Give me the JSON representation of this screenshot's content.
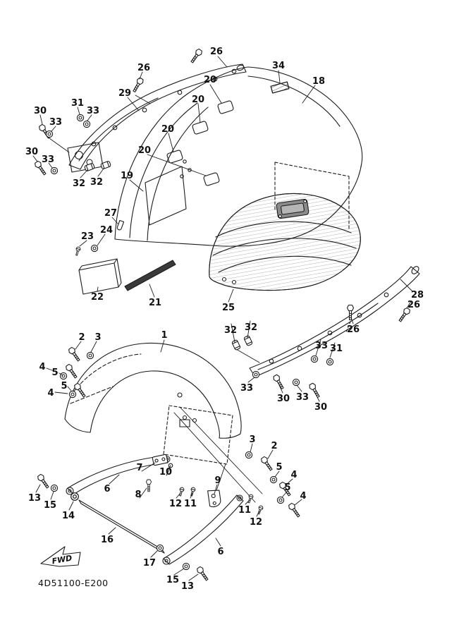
{
  "diagram": {
    "part_code": "4D51100-E200",
    "fwd_label": "FWD",
    "callouts": [
      {
        "label": "26"
      },
      {
        "label": "26"
      },
      {
        "label": "29"
      },
      {
        "label": "34"
      },
      {
        "label": "18"
      },
      {
        "label": "30"
      },
      {
        "label": "31"
      },
      {
        "label": "33"
      },
      {
        "label": "33"
      },
      {
        "label": "20"
      },
      {
        "label": "20"
      },
      {
        "label": "20"
      },
      {
        "label": "20"
      },
      {
        "label": "30"
      },
      {
        "label": "33"
      },
      {
        "label": "32"
      },
      {
        "label": "32"
      },
      {
        "label": "19"
      },
      {
        "label": "27"
      },
      {
        "label": "23"
      },
      {
        "label": "24"
      },
      {
        "label": "22"
      },
      {
        "label": "21"
      },
      {
        "label": "25"
      },
      {
        "label": "28"
      },
      {
        "label": "26"
      },
      {
        "label": "26"
      },
      {
        "label": "32"
      },
      {
        "label": "32"
      },
      {
        "label": "33"
      },
      {
        "label": "31"
      },
      {
        "label": "33"
      },
      {
        "label": "30"
      },
      {
        "label": "33"
      },
      {
        "label": "30"
      },
      {
        "label": "1"
      },
      {
        "label": "2"
      },
      {
        "label": "3"
      },
      {
        "label": "4"
      },
      {
        "label": "5"
      },
      {
        "label": "4"
      },
      {
        "label": "5"
      },
      {
        "label": "3"
      },
      {
        "label": "2"
      },
      {
        "label": "5"
      },
      {
        "label": "4"
      },
      {
        "label": "5"
      },
      {
        "label": "4"
      },
      {
        "label": "7"
      },
      {
        "label": "10"
      },
      {
        "label": "8"
      },
      {
        "label": "12"
      },
      {
        "label": "11"
      },
      {
        "label": "9"
      },
      {
        "label": "6"
      },
      {
        "label": "11"
      },
      {
        "label": "12"
      },
      {
        "label": "6"
      },
      {
        "label": "13"
      },
      {
        "label": "15"
      },
      {
        "label": "14"
      },
      {
        "label": "16"
      },
      {
        "label": "17"
      },
      {
        "label": "15"
      },
      {
        "label": "13"
      }
    ]
  }
}
